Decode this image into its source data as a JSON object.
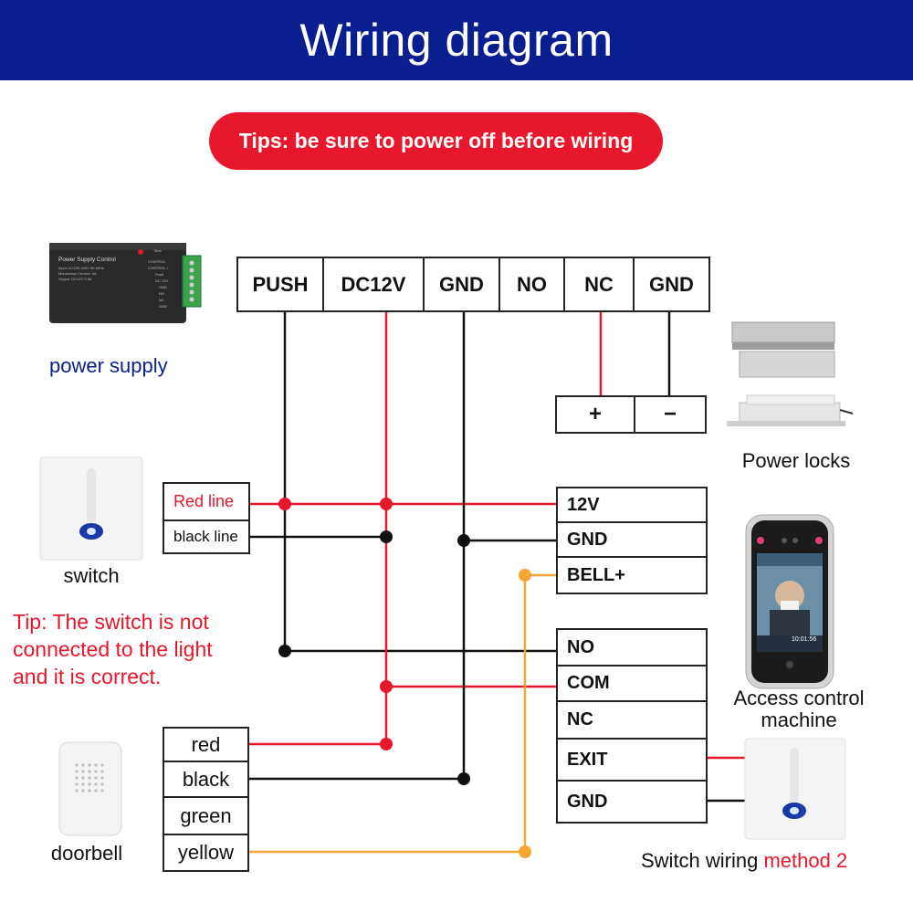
{
  "header": {
    "title": "Wiring diagram"
  },
  "tip_pill": {
    "text": "Tips: be sure to power off before wiring"
  },
  "power_supply": {
    "caption": "power supply",
    "device_text": [
      "Power Supply Control",
      "Input: AC100-240V 50-60Hz",
      "Momentary Current: 5A",
      "Output: DC12V 3.5A"
    ],
    "side_labels": [
      "CONTROL",
      "CONTROL +",
      "Push",
      "DC 12V",
      "GND",
      "NO",
      "NC",
      "GND"
    ],
    "time_label": "Time"
  },
  "terminal_block": {
    "labels": [
      "PUSH",
      "DC12V",
      "GND",
      "NO",
      "NC",
      "GND"
    ]
  },
  "lock_terminals": {
    "plus": "+",
    "minus": "−"
  },
  "power_locks": {
    "caption": "Power locks"
  },
  "switch": {
    "caption": "switch",
    "wires": [
      "Red line",
      "black line"
    ]
  },
  "switch_tip": {
    "lines": [
      "Tip: The switch is not",
      "connected to the light",
      "and it is correct."
    ]
  },
  "access_block1": {
    "labels": [
      "12V",
      "GND",
      "BELL+"
    ]
  },
  "access_block2": {
    "labels": [
      "NO",
      "COM",
      "NC",
      "EXIT",
      "GND"
    ]
  },
  "access_machine": {
    "caption_lines": [
      "Access control",
      "machine"
    ],
    "clock": "10:01:56"
  },
  "doorbell": {
    "caption": "doorbell",
    "wires": [
      "red",
      "black",
      "green",
      "yellow"
    ]
  },
  "method2": {
    "prefix": "Switch wiring ",
    "highlight": "method 2"
  },
  "colors": {
    "header_bg": "#0a1f8f",
    "tip_red": "#e8172b",
    "wire_red": "#e8172b",
    "wire_black": "#111111",
    "wire_orange": "#f5a633"
  }
}
